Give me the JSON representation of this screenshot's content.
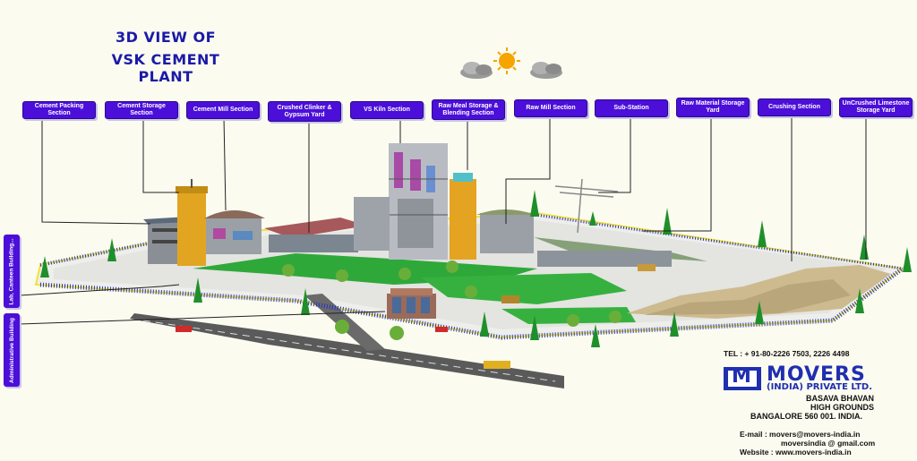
{
  "title": {
    "line1": "3D VIEW OF",
    "line2": "VSK CEMENT PLANT"
  },
  "sections": [
    "Cement Packing Section",
    "Cement Storage Section",
    "Cement Mill Section",
    "Crushed Clinker & Gypsum Yard",
    "VS Kiln Section",
    "Raw Meal Storage & Blending Section",
    "Raw Mill Section",
    "Sub-Station",
    "Raw Material Storage Yard",
    "Crushing Section",
    "UnCrushed Limestone Storage Yard"
  ],
  "side_labels": {
    "lab": "Lab, Canteen Building...",
    "admin": "Administrative Building"
  },
  "icons": [
    "weather-sun-cloud-icon",
    "cloud-icon"
  ],
  "contact": {
    "tel": "TEL  :  + 91-80-2226 7503, 2226 4498",
    "address": [
      "BASAVA BHAVAN",
      "HIGH GROUNDS",
      "BANGALORE 560 001. INDIA."
    ],
    "email1": "E-mail : movers@movers-india.in",
    "email2": "moversindia @ gmail.com",
    "website": "Website : www.movers-india.in"
  },
  "logo": {
    "mark": "M",
    "name": "MOVERS",
    "sub": "(INDIA) PRIVATE LTD."
  },
  "colors": {
    "label_bg": "#4b0fd9",
    "title": "#1a1aa8",
    "grass": "#2fa83a",
    "fence": "#2435c8",
    "logo": "#1f2fb0"
  }
}
